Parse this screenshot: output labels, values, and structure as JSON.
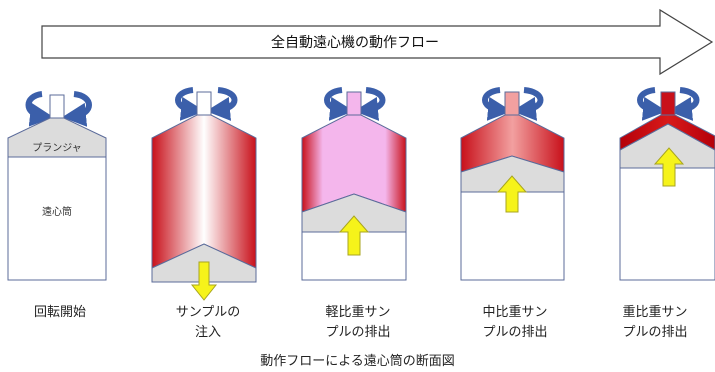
{
  "flow_arrow": {
    "label": "全自動遠心機の動作フロー"
  },
  "cylinder_labels": {
    "plunger": "プランジャ",
    "cylinder": "遠心筒"
  },
  "steps": [
    {
      "line1": "回転開始",
      "line2": ""
    },
    {
      "line1": "サンプルの",
      "line2": "注入"
    },
    {
      "line1": "軽比重サン",
      "line2": "プルの排出"
    },
    {
      "line1": "中比重サン",
      "line2": "プルの排出"
    },
    {
      "line1": "重比重サン",
      "line2": "プルの排出"
    }
  ],
  "caption": "動作フローによる遠心筒の断面図",
  "colors": {
    "outline": "#5b6b9a",
    "rotation_arrow": "#3b5faa",
    "push_arrow": "#f6f31a",
    "push_arrow_outline": "#a8a520",
    "red": "#c8101a",
    "pink": "#f4b6ec",
    "plunger_gray": "#dcdcdc"
  }
}
